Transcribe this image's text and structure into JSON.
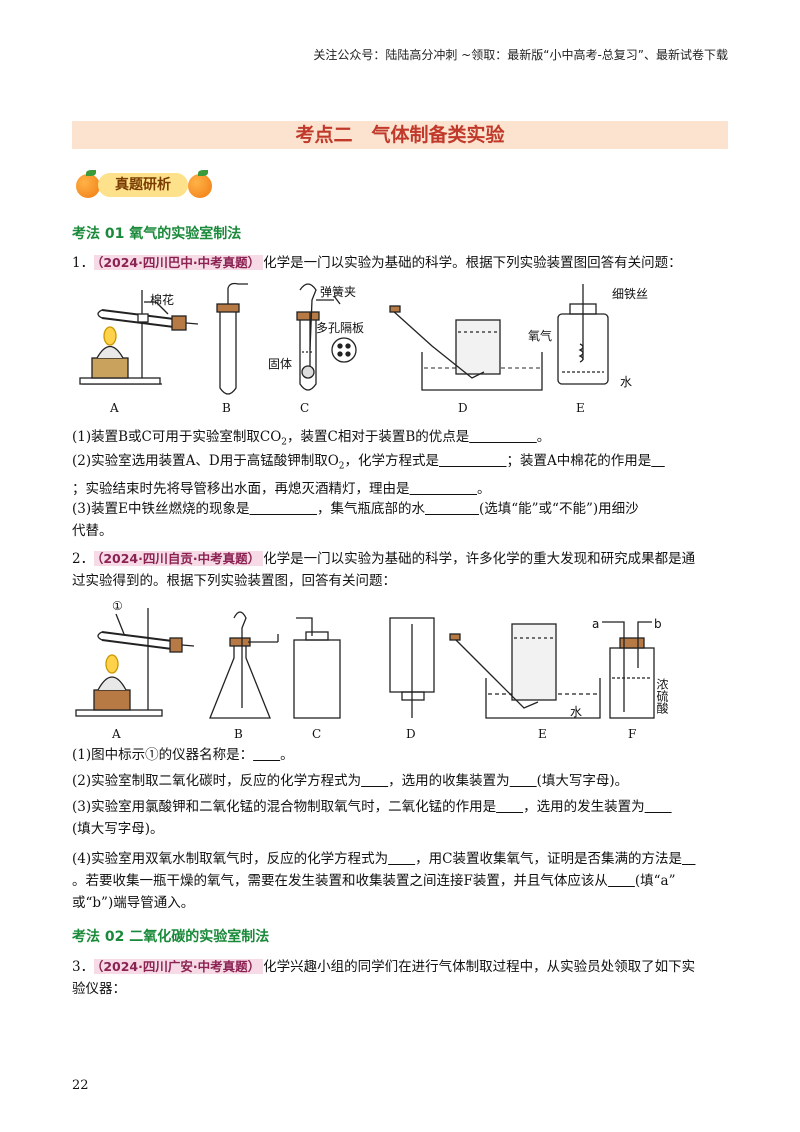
{
  "header_note": "关注公众号：陆陆高分冲刺 ~领取：最新版“小中高考-总复习”、最新试卷下载",
  "section_title": "考点二　气体制备类实验",
  "badge": "真题研析",
  "method1": "考法 01  氧气的实验室制法",
  "q1": {
    "num": "1．",
    "src": "（2024·四川巴中·中考真题）",
    "stem": "化学是一门以实验为基础的科学。根据下列实验装置图回答有关问题：",
    "labels": {
      "cotton": "棉花",
      "spring": "弹簧夹",
      "plate": "多孔隔板",
      "solid": "固体",
      "wire": "细铁丝",
      "oxygen": "氧气",
      "water": "水"
    },
    "fig": [
      "A",
      "B",
      "C",
      "D",
      "E"
    ],
    "p1a": "(1)装置B或C可用于实验室制取CO",
    "p1b": "，装置C相对于装置B的优点是",
    "p1c": "。",
    "p2a": "(2)实验室选用装置A、D用于高锰酸钾制取O",
    "p2b": "，化学方程式是",
    "p2c": "；装置A中棉花的作用是",
    "p2d": "；实验结束时先将导管移出水面，再熄灭酒精灯，理由是",
    "p2e": "。",
    "p3a": "(3)装置E中铁丝燃烧的现象是",
    "p3b": "，集气瓶底部的水",
    "p3c": "(选填“能”或“不能”)用细沙",
    "p3d": "代替。"
  },
  "q2": {
    "num": "2．",
    "src": "（2024·四川自贡·中考真题）",
    "stem1": "化学是一门以实验为基础的科学，许多化学的重大发现和研究成果都是通",
    "stem2": "过实验得到的。根据下列实验装置图，回答有关问题：",
    "labels": {
      "mark": "①",
      "a": "a",
      "b": "b",
      "acid": "浓硫酸",
      "water": "水"
    },
    "fig": [
      "A",
      "B",
      "C",
      "D",
      "E",
      "F"
    ],
    "p1": "(1)图中标示①的仪器名称是：",
    "p1e": "。",
    "p2a": "(2)实验室制取二氧化碳时，反应的化学方程式为",
    "p2b": "，选用的收集装置为",
    "p2c": "(填大写字母)。",
    "p3a": "(3)实验室用氯酸钾和二氧化锰的混合物制取氧气时，二氧化锰的作用是",
    "p3b": "，选用的发生装置为",
    "p3c": "(填大写字母)。",
    "p4a": "(4)实验室用双氧水制取氧气时，反应的化学方程式为",
    "p4b": "，用C装置收集氧气，证明是否集满的方法是",
    "p4c": "。若要收集一瓶干燥的氧气，需要在发生装置和收集装置之间连接F装置，并且气体应该从",
    "p4d": "(填“a”",
    "p4e": "或“b”)端导管通入。"
  },
  "method2": "考法 02   二氧化碳的实验室制法",
  "q3": {
    "num": "3．",
    "src": "（2024·四川广安·中考真题）",
    "stem1": "化学兴趣小组的同学们在进行气体制取过程中，从实验员处领取了如下实",
    "stem2": "验仪器："
  },
  "page_number": "22",
  "colors": {
    "banner_bg": "#fbe3cf",
    "banner_text": "#c0392b",
    "method": "#1a8a3a",
    "src_bg": "#f6dbe7"
  }
}
